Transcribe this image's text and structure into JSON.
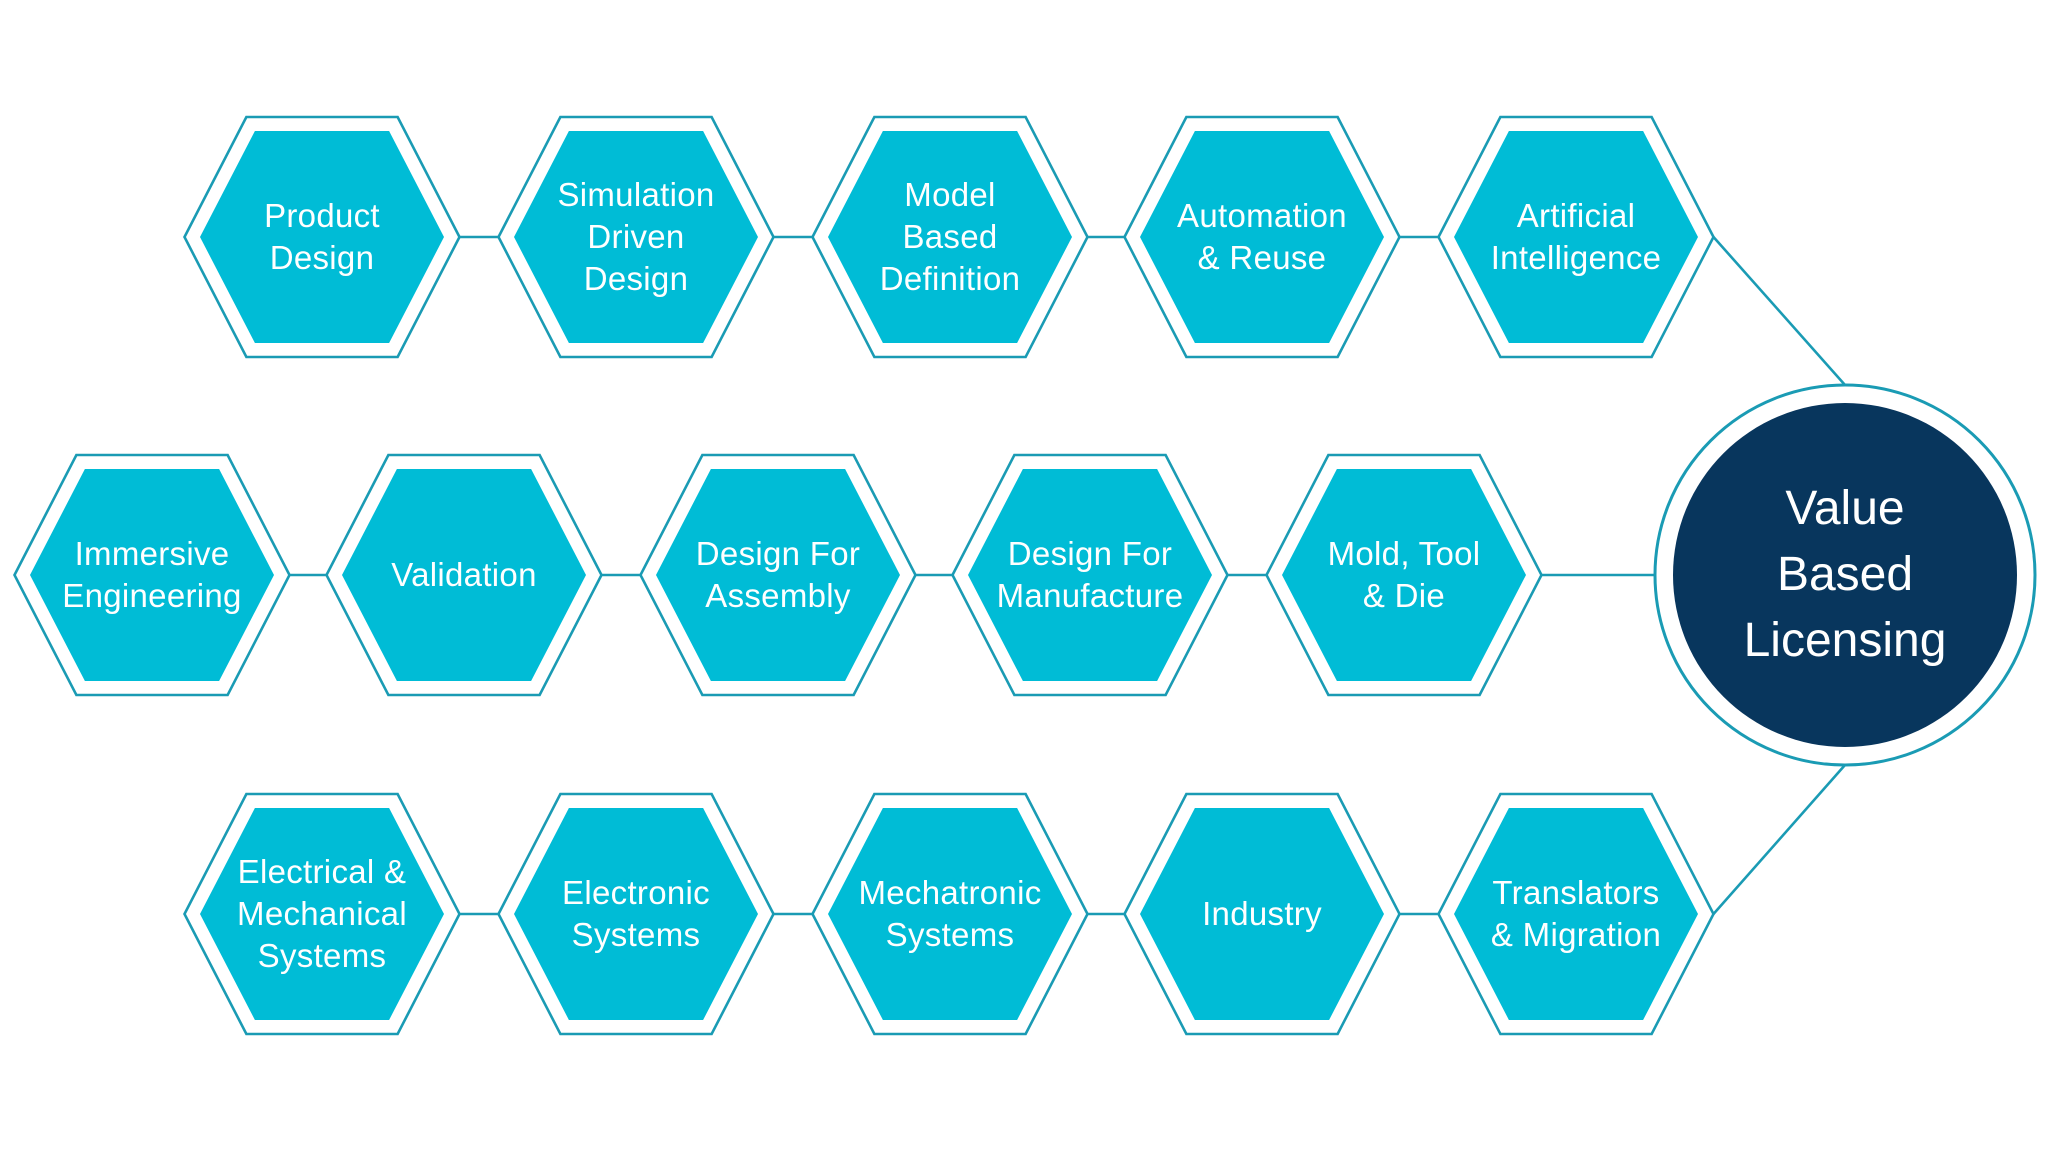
{
  "diagram": {
    "center": {
      "label": "Value\nBased\nLicensing"
    },
    "rows": [
      {
        "nodes": [
          {
            "label": "Product\nDesign"
          },
          {
            "label": "Simulation\nDriven\nDesign"
          },
          {
            "label": "Model\nBased\nDefinition"
          },
          {
            "label": "Automation\n& Reuse"
          },
          {
            "label": "Artificial\nIntelligence"
          }
        ]
      },
      {
        "nodes": [
          {
            "label": "Immersive\nEngineering"
          },
          {
            "label": "Validation"
          },
          {
            "label": "Design For\nAssembly"
          },
          {
            "label": "Design For\nManufacture"
          },
          {
            "label": "Mold, Tool\n& Die"
          }
        ]
      },
      {
        "nodes": [
          {
            "label": "Electrical &\nMechanical\nSystems"
          },
          {
            "label": "Electronic\nSystems"
          },
          {
            "label": "Mechatronic\nSystems"
          },
          {
            "label": "Industry"
          },
          {
            "label": "Translators\n& Migration"
          }
        ]
      }
    ],
    "colors": {
      "hex_fill": "#00bcd6",
      "outline": "#1a9bb4",
      "center_fill": "#08365d",
      "text": "#ffffff"
    }
  }
}
